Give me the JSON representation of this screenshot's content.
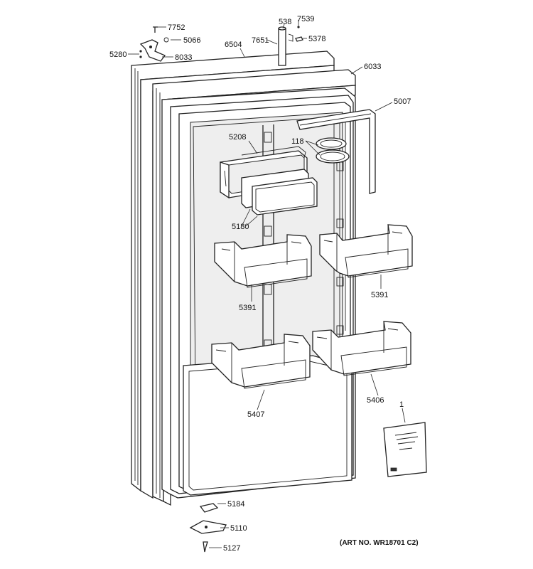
{
  "figure": {
    "art_number": "(ART NO. WR18701 C2)"
  },
  "callouts": [
    {
      "id": "c7752",
      "label": "7752"
    },
    {
      "id": "c5066",
      "label": "5066"
    },
    {
      "id": "c5280",
      "label": "5280"
    },
    {
      "id": "c8033",
      "label": "8033"
    },
    {
      "id": "c6504",
      "label": "6504"
    },
    {
      "id": "c7651",
      "label": "7651"
    },
    {
      "id": "c538",
      "label": "538"
    },
    {
      "id": "c7539",
      "label": "7539"
    },
    {
      "id": "c5378",
      "label": "5378"
    },
    {
      "id": "c6033",
      "label": "6033"
    },
    {
      "id": "c5007",
      "label": "5007"
    },
    {
      "id": "c5208",
      "label": "5208"
    },
    {
      "id": "c118",
      "label": "118"
    },
    {
      "id": "c5180",
      "label": "5180"
    },
    {
      "id": "c5391a",
      "label": "5391"
    },
    {
      "id": "c5391b",
      "label": "5391"
    },
    {
      "id": "c5406",
      "label": "5406"
    },
    {
      "id": "c5407",
      "label": "5407"
    },
    {
      "id": "c1",
      "label": "1"
    },
    {
      "id": "c5184",
      "label": "5184"
    },
    {
      "id": "c5110",
      "label": "5110"
    },
    {
      "id": "c5127",
      "label": "5127"
    }
  ]
}
